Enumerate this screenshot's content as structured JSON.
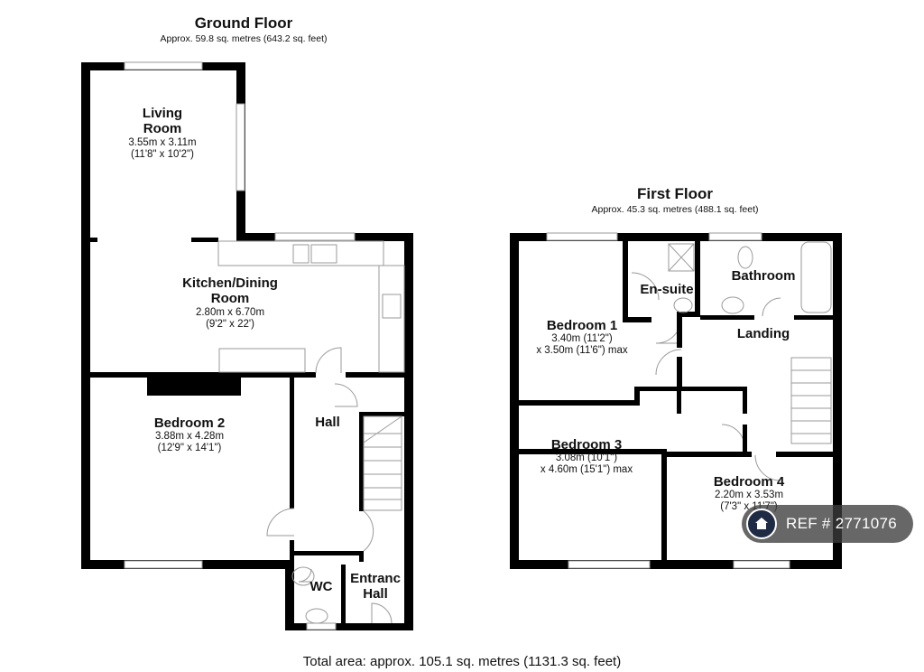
{
  "ground_floor": {
    "title": "Ground Floor",
    "area": "Approx. 59.8 sq. metres (643.2 sq. feet)",
    "rooms": {
      "living": {
        "name_line1": "Living",
        "name_line2": "Room",
        "dim_metric": "3.55m x 3.11m",
        "dim_imperial": "(11'8\" x 10'2\")"
      },
      "kitchen": {
        "name_line1": "Kitchen/Dining",
        "name_line2": "Room",
        "dim_metric": "2.80m x 6.70m",
        "dim_imperial": "(9'2\" x 22')"
      },
      "bedroom2": {
        "name": "Bedroom 2",
        "dim_metric": "3.88m x 4.28m",
        "dim_imperial": "(12'9\" x 14'1\")"
      },
      "hall": {
        "name": "Hall"
      },
      "wc": {
        "name": "WC"
      },
      "entrance": {
        "name_line1": "Entranc",
        "name_line2": "Hall"
      }
    }
  },
  "first_floor": {
    "title": "First Floor",
    "area": "Approx. 45.3 sq. metres (488.1 sq. feet)",
    "rooms": {
      "bedroom1": {
        "name": "Bedroom 1",
        "dim_line1": "3.40m (11'2\")",
        "dim_line2": "x 3.50m (11'6\") max"
      },
      "ensuite": {
        "name": "En-suite"
      },
      "bathroom": {
        "name": "Bathroom"
      },
      "landing": {
        "name": "Landing"
      },
      "bedroom3": {
        "name": "Bedroom 3",
        "dim_line1": "3.08m (10'1\")",
        "dim_line2": "x 4.60m (15'1\") max"
      },
      "bedroom4": {
        "name": "Bedroom 4",
        "dim_metric": "2.20m x 3.53m",
        "dim_imperial": "(7'3\" x 11'7\")"
      }
    }
  },
  "total_area": "Total area: approx. 105.1 sq. metres (1131.3 sq. feet)",
  "ref_badge": {
    "label": "REF # 2771076",
    "icon": "home-icon"
  },
  "colors": {
    "wall": "#000000",
    "window": "#9a9a9a",
    "badge_bg": "#3c3c3c",
    "badge_icon_bg": "#1f2a44"
  }
}
